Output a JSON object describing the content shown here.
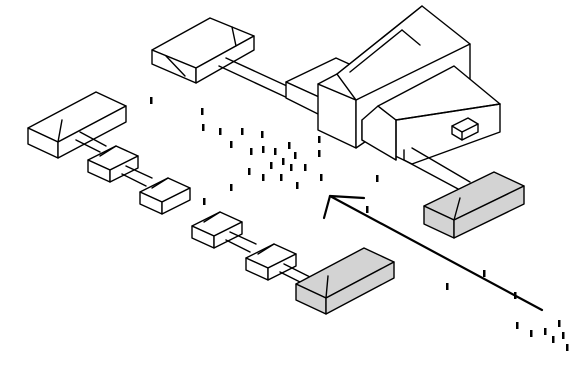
{
  "colors": {
    "line": "#000000",
    "background": "#ffffff",
    "highlight_block": "#d3d3d3"
  },
  "diagram": {
    "kind": "axonometric site plan",
    "elements": [
      "main-barn-complex",
      "north-shed",
      "west-row-building-chain",
      "middle-row-building-chain",
      "gray-block-east",
      "gray-block-south",
      "pedestrian-dots",
      "movement-arrow"
    ]
  }
}
